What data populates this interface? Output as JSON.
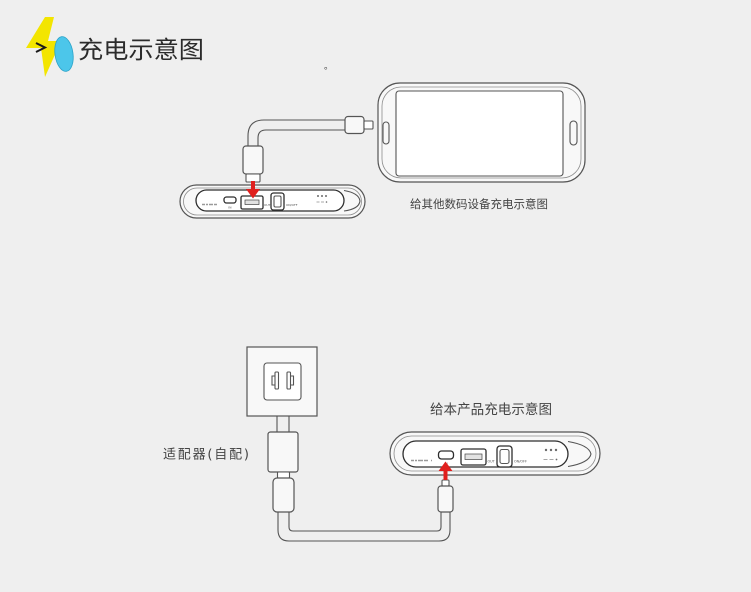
{
  "header": {
    "title": "充电示意图",
    "logo_icon": "charging-bolt-icon",
    "note_mark": "。"
  },
  "colors": {
    "background": "#efefef",
    "line": "#555555",
    "arrow": "#e0201e",
    "logo_yellow": "#f3e500",
    "logo_cyan": "#4cc6ea",
    "text": "#444444"
  },
  "device_charging": {
    "caption": "给其他数码设备充电示意图",
    "power_bank": {
      "in_label": "IN",
      "out_label": "OUT",
      "switch_label": "ON/OFF"
    }
  },
  "self_charging": {
    "caption": "给本产品充电示意图",
    "adapter_label": "适配器(自配)",
    "power_bank": {
      "in_label": "IN",
      "out_label": "OUT",
      "switch_label": "ON/OFF"
    }
  }
}
